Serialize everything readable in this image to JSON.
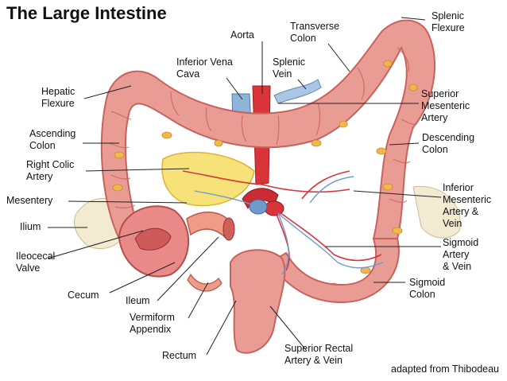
{
  "title": "The Large Intestine",
  "credit": "adapted from Thibodeau",
  "labels": {
    "aorta": "Aorta",
    "inferior_vena_cava": [
      "Inferior Vena",
      "Cava"
    ],
    "splenic_vein": [
      "Splenic",
      "Vein"
    ],
    "transverse_colon": [
      "Transverse",
      "Colon"
    ],
    "splenic_flexure": [
      "Splenic",
      "Flexure"
    ],
    "hepatic_flexure": [
      "Hepatic",
      "Flexure"
    ],
    "superior_mesenteric_artery": [
      "Superior",
      "Mesenteric",
      "Artery"
    ],
    "ascending_colon": [
      "Ascending",
      "Colon"
    ],
    "descending_colon": [
      "Descending",
      "Colon"
    ],
    "right_colic_artery": [
      "Right Colic",
      "Artery"
    ],
    "mesentery": "Mesentery",
    "inferior_mesenteric": [
      "Inferior",
      "Mesenteric",
      "Artery &",
      "Vein"
    ],
    "ilium": "Ilium",
    "ileocecal_valve": [
      "Ileocecal",
      "Valve"
    ],
    "sigmoid_artery_vein": [
      "Sigmoid",
      "Artery",
      "& Vein"
    ],
    "sigmoid_colon": [
      "Sigmoid",
      "Colon"
    ],
    "cecum": "Cecum",
    "ileum": "Ileum",
    "vermiform_appendix": [
      "Vermiform",
      "Appendix"
    ],
    "rectum": "Rectum",
    "superior_rectal": [
      "Superior Rectal",
      "Artery & Vein"
    ]
  },
  "colors": {
    "colon": "#e89c94",
    "colon_dark": "#c9625c",
    "colon_light": "#f6c9bf",
    "fat": "#f0b84a",
    "mesentery_fat": "#f7e27a",
    "artery": "#d9343a",
    "vein": "#6f9bc9",
    "ilium": "#f3ead2",
    "leader": "#222222"
  }
}
